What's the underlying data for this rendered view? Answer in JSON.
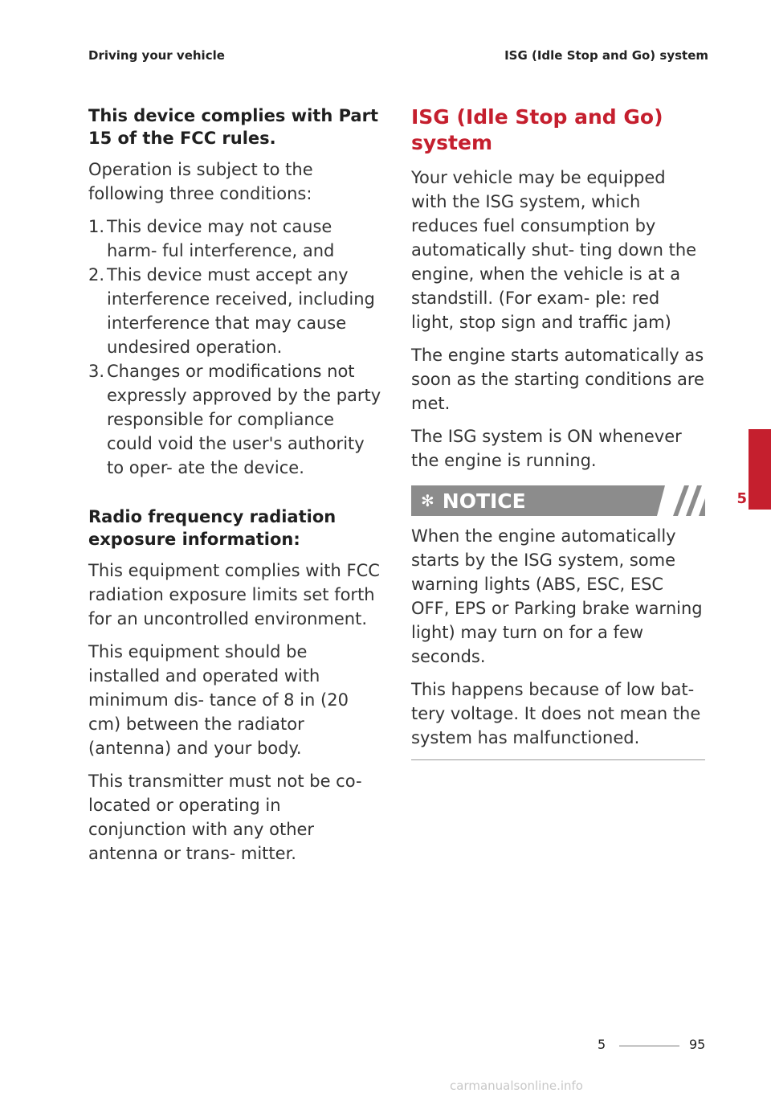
{
  "header": {
    "left": "Driving your vehicle",
    "right": "ISG (Idle Stop and Go) system"
  },
  "left": {
    "fcc_heading": "This device complies with Part 15 of the FCC rules.",
    "fcc_intro": "Operation is subject to the following three conditions:",
    "conditions": [
      {
        "num": "1.",
        "text": "This device may not cause harm- ful interference, and"
      },
      {
        "num": "2.",
        "text": "This device must accept any interference received, including interference that may cause undesired operation."
      },
      {
        "num": "3.",
        "text": "Changes or modifications not expressly approved by the party responsible for compliance could void the user's authority to oper- ate the device."
      }
    ],
    "rf_heading": "Radio frequency radiation exposure information:",
    "rf_p1": "This equipment complies with FCC radiation exposure limits set forth for an uncontrolled environment.",
    "rf_p2": "This equipment should be installed and operated with minimum dis- tance of 8 in (20 cm) between the radiator (antenna) and your body.",
    "rf_p3": "This transmitter must not be co- located or operating in conjunction with any other antenna or trans- mitter."
  },
  "right": {
    "title": "ISG (Idle Stop and Go) system",
    "p1": "Your vehicle may be equipped with the ISG system, which reduces fuel consumption by automatically shut- ting down the engine, when the vehicle is at a standstill. (For exam- ple: red light, stop sign and traffic jam)",
    "p2": "The engine starts automatically as soon as the starting conditions are met.",
    "p3": "The ISG system is ON whenever the engine is running.",
    "notice": {
      "label": "NOTICE",
      "p1": "When the engine automatically starts by the ISG system, some warning lights (ABS, ESC, ESC OFF, EPS or Parking brake warning light) may turn on for a few seconds.",
      "p2": "This happens because of low bat- tery voltage. It does not mean the system has malfunctioned."
    }
  },
  "tab": {
    "chapter": "5"
  },
  "footer": {
    "chapter": "5",
    "page": "95"
  },
  "watermark": "carmanualsonline.info",
  "colors": {
    "accent": "#c51f2e",
    "notice_bar": "#8c8c8c"
  }
}
